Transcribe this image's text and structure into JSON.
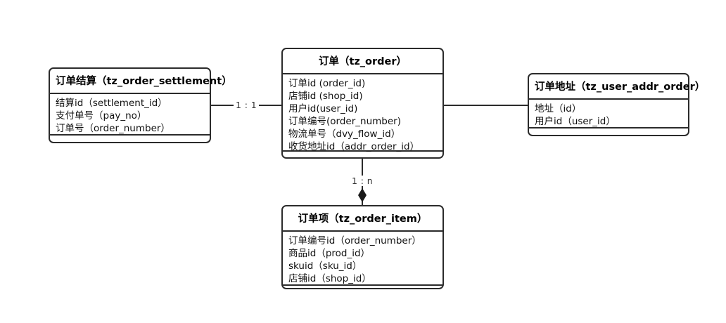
{
  "diagram": {
    "type": "er-diagram",
    "background_color": "#ffffff",
    "line_color": "#2b2b2b"
  },
  "entities": {
    "order_settlement": {
      "title_cn": "订单结算",
      "title_open": "（",
      "title_en": "tz_order_settlement",
      "title_close": "）",
      "fields": [
        "结算id（settlement_id）",
        "支付单号（pay_no）",
        "订单号（order_number）"
      ]
    },
    "order": {
      "title_cn": "订单",
      "title_open": "（",
      "title_en": "tz_order",
      "title_close": "）",
      "fields": [
        "订单id (order_id)",
        "店铺id (shop_id)",
        "用户id(user_id)",
        "订单编号(order_number)",
        "物流单号（dvy_flow_id）",
        "收货地址id（addr_order_id）"
      ]
    },
    "user_addr_order": {
      "title_cn": "订单地址",
      "title_open": "（",
      "title_en": "tz_user_addr_order",
      "title_close": "）",
      "fields": [
        "地址（id）",
        "用户id（user_id）"
      ]
    },
    "order_item": {
      "title_cn": "订单项",
      "title_open": "（",
      "title_en": "tz_order_item",
      "title_close": "）",
      "fields": [
        "订单编号id（order_number）",
        "商品id（prod_id）",
        "skuid（sku_id）",
        "店铺id（shop_id）"
      ]
    }
  },
  "relationships": {
    "settlement_to_order": {
      "cardinality": "1 : 1"
    },
    "order_to_addr": {
      "cardinality": ""
    },
    "order_to_item": {
      "cardinality": "1 : n"
    }
  }
}
